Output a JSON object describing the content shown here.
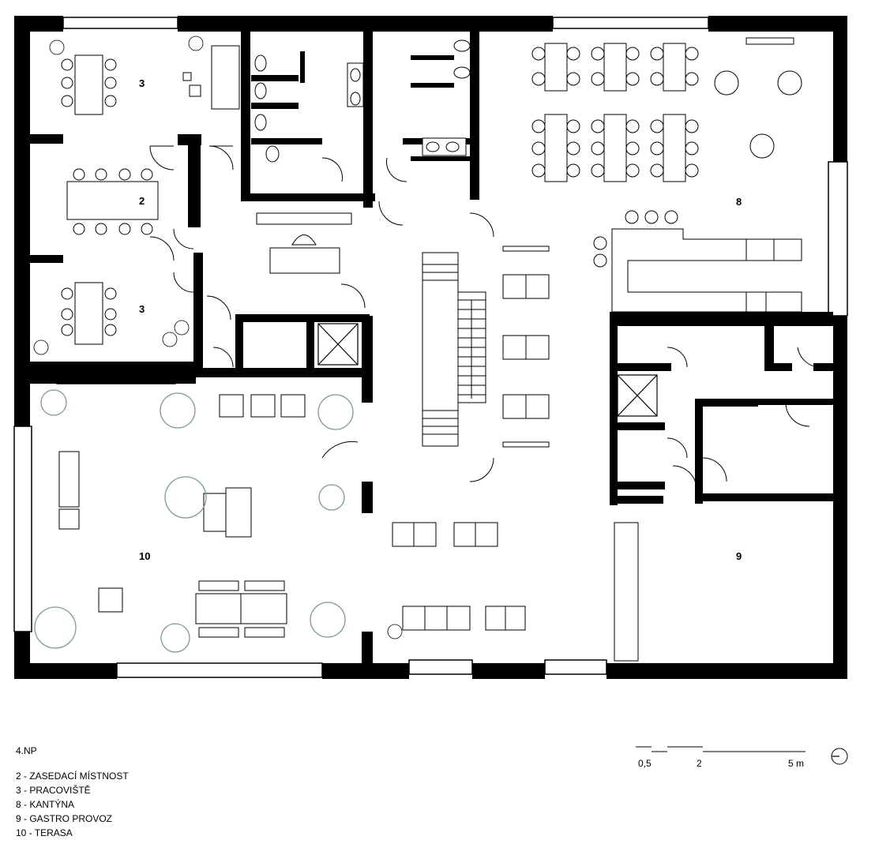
{
  "floor_label": "4.NP",
  "rooms": [
    {
      "id": "r3a",
      "label": "3"
    },
    {
      "id": "r2",
      "label": "2"
    },
    {
      "id": "r3b",
      "label": "3"
    },
    {
      "id": "r8",
      "label": "8"
    },
    {
      "id": "r10",
      "label": "10"
    },
    {
      "id": "r9",
      "label": "9"
    }
  ],
  "legend": [
    "2 - ZASEDACÍ MÍSTNOST",
    "3 - PRACOVIŠTĚ",
    "8 - KANTÝNA",
    "9 - GASTRO PROVOZ",
    "10 - TERASA"
  ],
  "scale": {
    "labels": [
      "0,5",
      "2",
      "5 m"
    ]
  },
  "colors": {
    "wall": "#000000",
    "line": "#333333",
    "vegetation": "#7f9a9a"
  },
  "icons": {
    "north": "north-arrow-icon",
    "plant": "plant-icon",
    "tree": "tree-icon"
  }
}
